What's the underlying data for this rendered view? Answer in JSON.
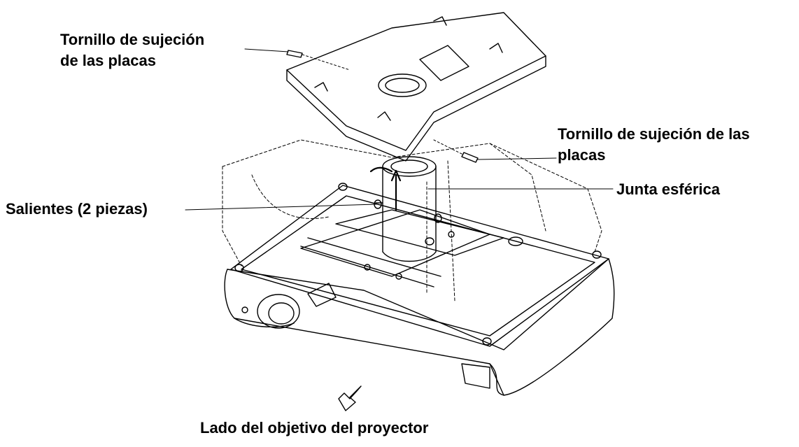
{
  "labels": {
    "plate_screw_top": [
      "Tornillo de sujeción",
      "de las placas"
    ],
    "plate_screw_right": [
      "Tornillo de sujeción de las",
      "placas"
    ],
    "ball_joint": "Junta esférica",
    "bosses": "Salientes (2 piezas)",
    "lens_side": "Lado del objetivo del proyector"
  },
  "colors": {
    "ink": "#000000",
    "paper": "#ffffff"
  }
}
